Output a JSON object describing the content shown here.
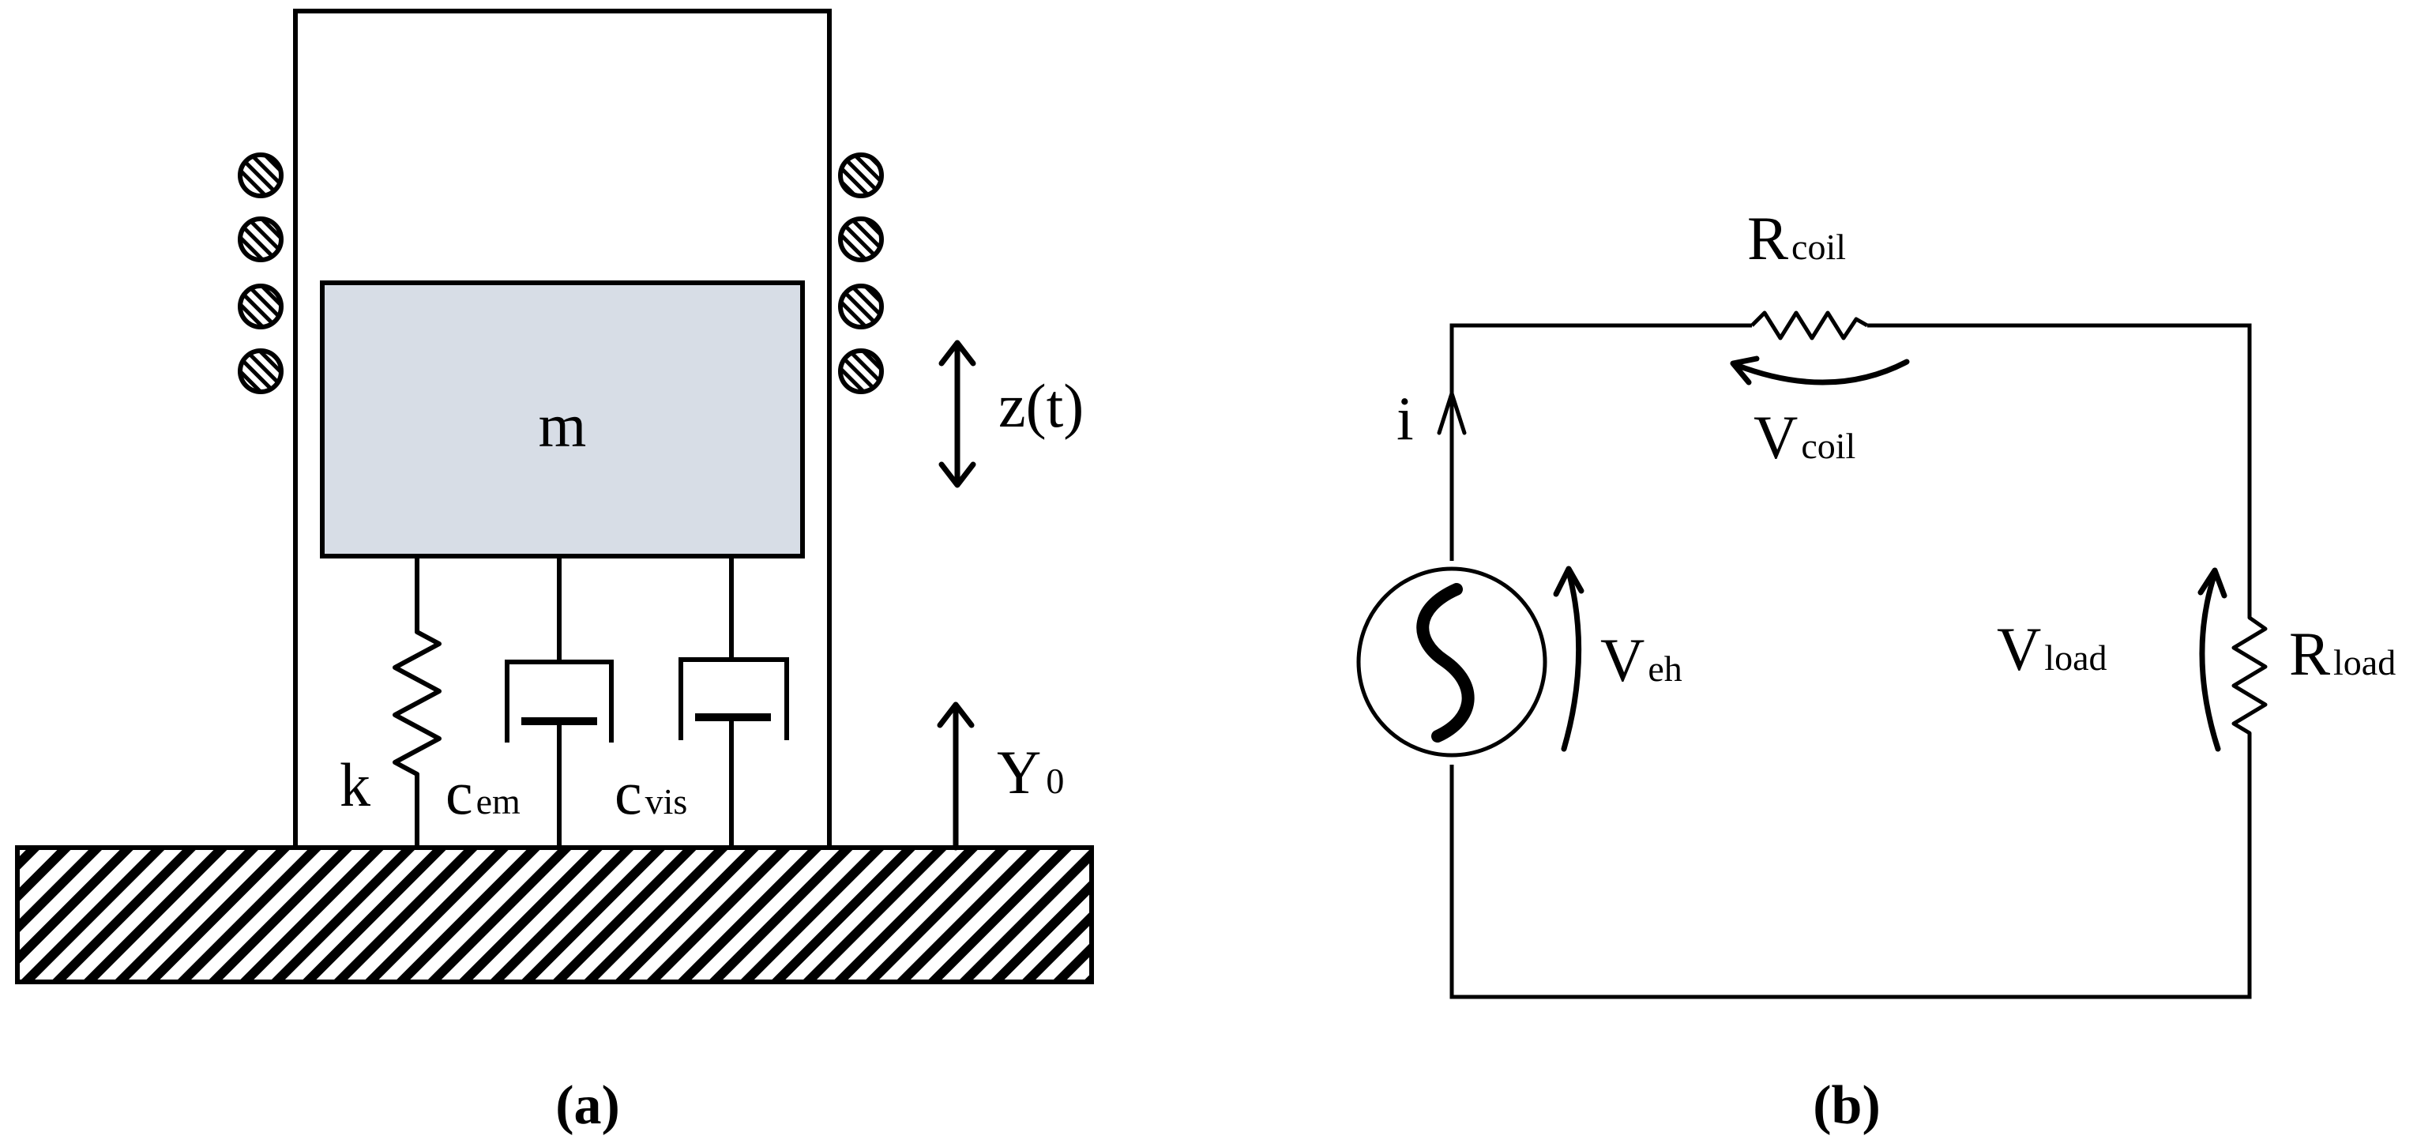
{
  "panel_a": {
    "mass_label": "m",
    "spring_label": "k",
    "damper_em_label": "c",
    "damper_em_sub": "em",
    "damper_vis_label": "c",
    "damper_vis_sub": "vis",
    "displacement_label": "z(t)",
    "base_label": "Y",
    "base_sub": "0",
    "caption": "(a)"
  },
  "panel_b": {
    "coil_resistor_label": "R",
    "coil_resistor_sub": "coil",
    "coil_voltage_label": "V",
    "coil_voltage_sub": "coil",
    "current_label": "i",
    "source_voltage_label": "V",
    "source_voltage_sub": "eh",
    "load_voltage_label": "V",
    "load_voltage_sub": "load",
    "load_resistor_label": "R",
    "load_resistor_sub": "load",
    "caption": "(b)"
  },
  "colors": {
    "mass_fill": "#d7dde6",
    "stroke": "#000000"
  }
}
